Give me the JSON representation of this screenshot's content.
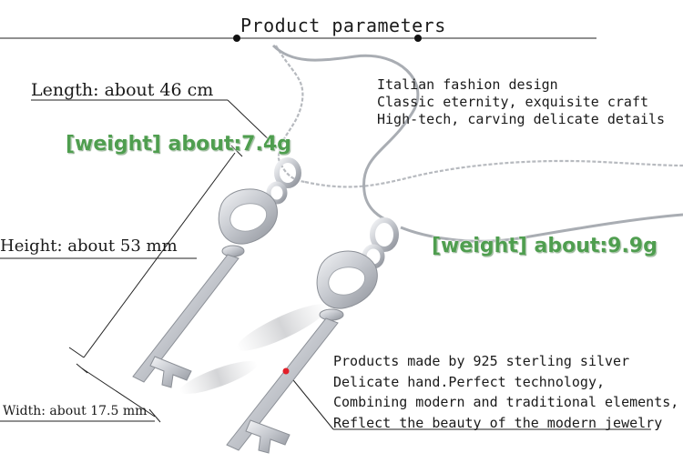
{
  "title": "Product parameters",
  "length_label": "Length: about 46 cm",
  "height_label": "Height: about 53 mm",
  "width_label": "Width: about 17.5 mm",
  "weight_small": "[weight] about:7.4g",
  "weight_large": "[weight] about:9.9g",
  "features": [
    "Italian fashion design",
    "Classic eternity, exquisite craft",
    "High-tech, carving delicate details"
  ],
  "description": [
    "Products made by 925 sterling silver",
    "Delicate hand.Perfect technology,",
    "Combining modern and traditional elements,",
    "Reflect the beauty of the modern jewelry"
  ],
  "colors": {
    "weight_text": "#4f9e4f",
    "silver": "#c9ccd1",
    "accent_dot": "#e2202a"
  }
}
